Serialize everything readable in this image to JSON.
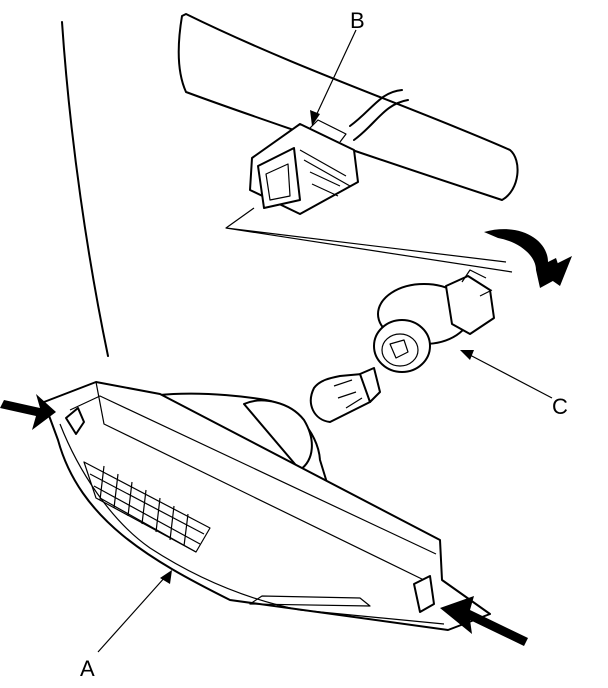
{
  "labels": {
    "a": "A",
    "b": "B",
    "c": "C"
  },
  "parts": {
    "connector": "connector-icon",
    "socket": "socket-icon",
    "bulb": "bulb-icon",
    "lamp_housing": "side-marker-lamp-icon",
    "rotate_arrow": "rotate-arrow-icon",
    "push_arrow": "push-arrow-icon"
  },
  "colors": {
    "line": "#000000",
    "background": "#ffffff"
  }
}
